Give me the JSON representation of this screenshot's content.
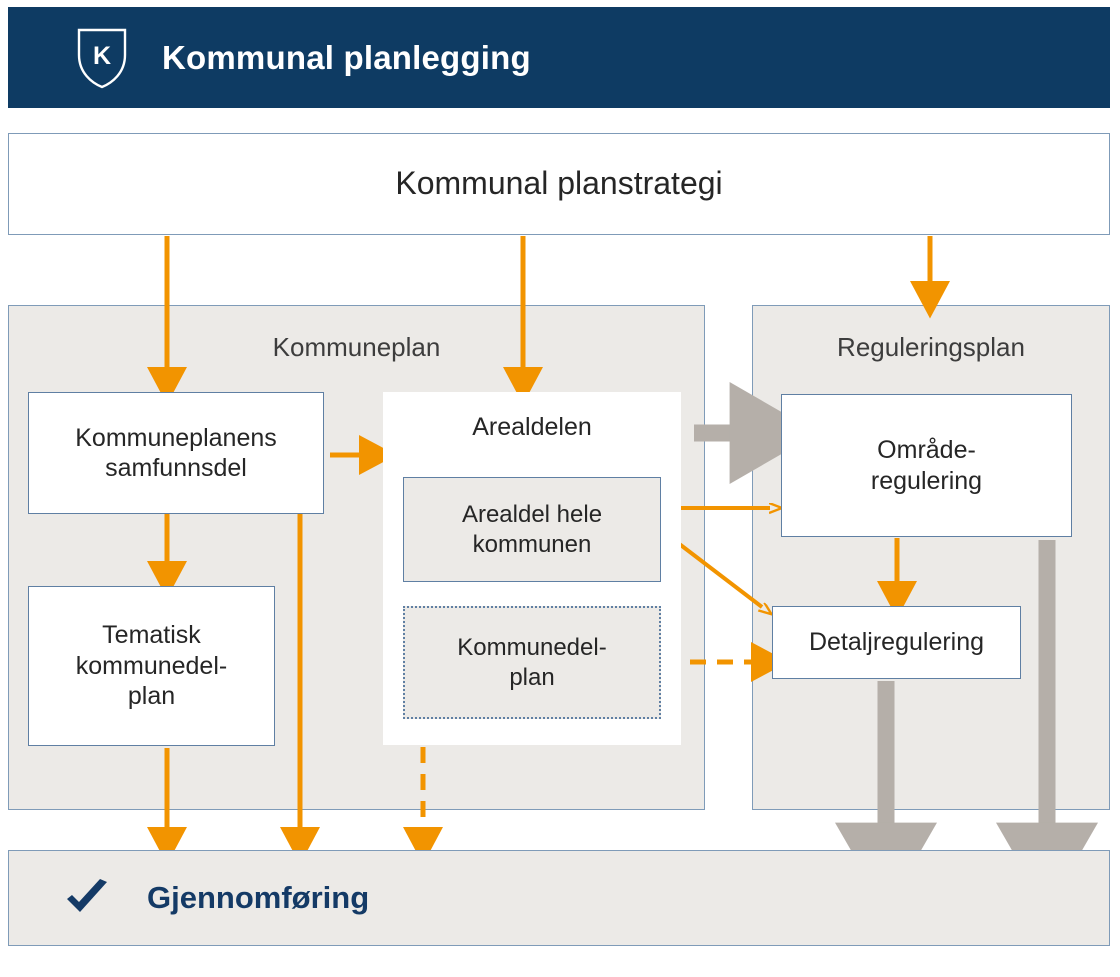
{
  "header": {
    "title": "Kommunal planlegging",
    "logo_icon": "shield-k-icon",
    "logo_letter": "K",
    "background_color": "#0e3b63"
  },
  "diagram": {
    "top_box": {
      "label": "Kommunal planstrategi"
    },
    "groups": [
      {
        "id": "kommuneplan",
        "label": "Kommuneplan"
      },
      {
        "id": "reguleringsplan",
        "label": "Reguleringsplan"
      }
    ],
    "boxes": [
      {
        "id": "samfunnsdel",
        "label": "Kommuneplanens samfunnsdel",
        "style": "white-solid"
      },
      {
        "id": "tematisk",
        "label": "Tematisk kommunedel-plan",
        "style": "white-solid"
      },
      {
        "id": "arealdelen",
        "label": "Arealdelen",
        "style": "white-solid"
      },
      {
        "id": "arealdel-hele",
        "label": "Arealdel hele kommunen",
        "style": "gray-solid"
      },
      {
        "id": "kommunedelplan",
        "label": "Kommunedel-plan",
        "style": "gray-dotted"
      },
      {
        "id": "omraaderegulering",
        "label": "Område-regulering",
        "style": "white-solid"
      },
      {
        "id": "detaljregulering",
        "label": "Detaljregulering",
        "style": "white-solid"
      }
    ],
    "bottom_box": {
      "label": "Gjennomføring",
      "icon": "checkmark-icon",
      "text_color": "#143a66"
    },
    "colors": {
      "orange_arrow": "#F29400",
      "gray_arrow": "#b5afa9",
      "box_border": "#7f9bb8",
      "group_fill": "#eceae7",
      "box_fill": "#ffffff",
      "header_blue": "#0e3b63"
    }
  },
  "labels": {
    "samfunnsdel_line1": "Kommuneplanens",
    "samfunnsdel_line2": "samfunnsdel",
    "tematisk_line1": "Tematisk",
    "tematisk_line2": "kommunedel-",
    "tematisk_line3": "plan",
    "arealdelen": "Arealdelen",
    "arealdel_hele_line1": "Arealdel hele",
    "arealdel_hele_line2": "kommunen",
    "kommunedelplan_line1": "Kommunedel-",
    "kommunedelplan_line2": "plan",
    "omraade_line1": "Område-",
    "omraade_line2": "regulering",
    "detalj": "Detaljregulering"
  }
}
